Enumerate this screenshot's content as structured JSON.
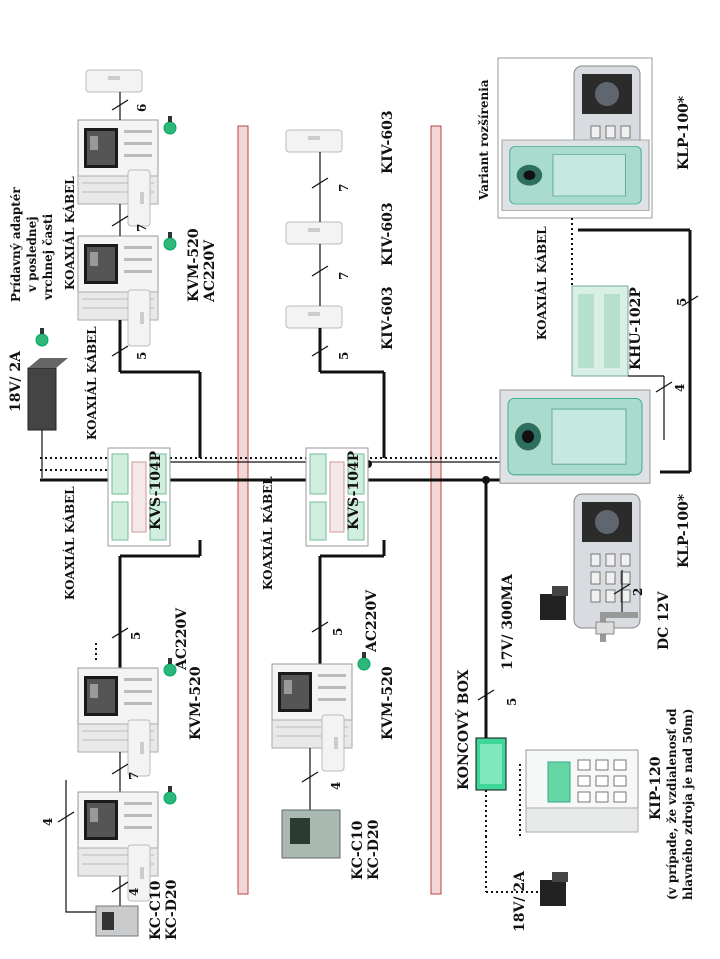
{
  "diagram": {
    "adapter_top_note": [
      "Prídavný adaptér",
      "v poslednej",
      "vrchnej časti"
    ],
    "psu_top": "18V/ 2A",
    "psu_bottom": "18V/ 2A",
    "psu_17v": "17V/ 300MA",
    "dc12": "DC 12V",
    "coax_cable": "KOAXIÁL KÁBEL",
    "distributor_1": "KVS-104P",
    "distributor_2": "KVS-104P",
    "kvm_520": "KVM-520",
    "ac220v": "AC220V",
    "kvm_ac_top": [
      "KVM-520",
      "AC220V"
    ],
    "kiv_603": "KIV-603",
    "khu_102p": "KHU-102P",
    "klp_100": "KLP-100*",
    "variant": "Variant rozšírenia",
    "kc_c10": "KC-C10",
    "kc_d20": "KC-D20",
    "end_box": "KONCOVÝ BOX",
    "kip_120": "KIP-120",
    "kip_note": [
      "(v prípade, že vzdialenosť od",
      "hlavného zdroja je nad 50m)"
    ],
    "wire_counts": {
      "n2": "2",
      "n4": "4",
      "n5": "5",
      "n6": "6",
      "n7": "7"
    }
  }
}
